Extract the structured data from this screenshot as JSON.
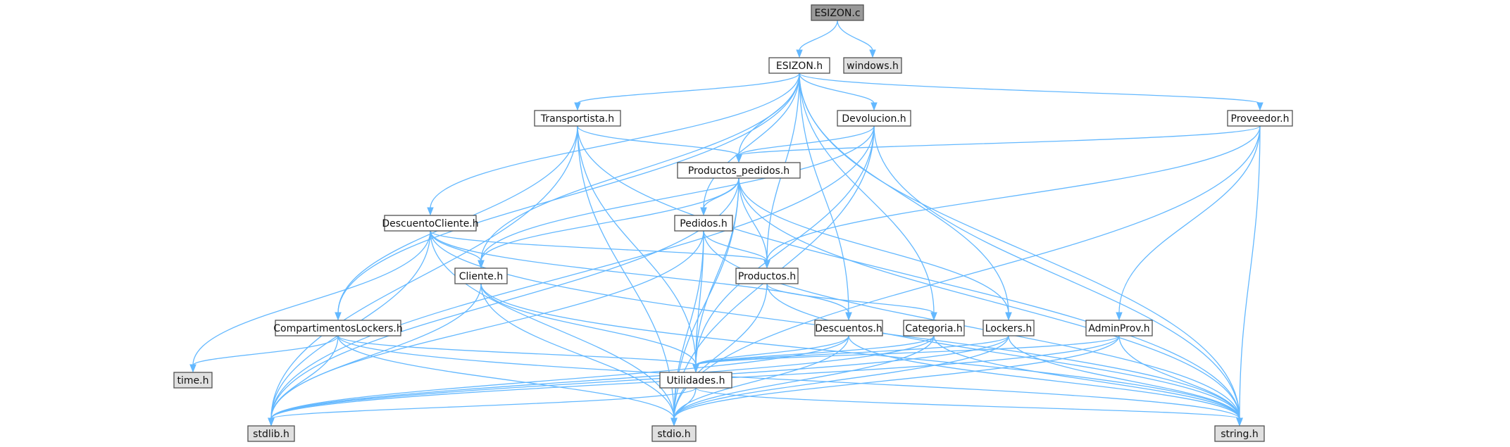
{
  "colors": {
    "edge": "#63b8ff",
    "root_fill": "#999999",
    "project_fill": "#ffffff",
    "system_fill": "#e0e0e0",
    "border": "#505050"
  },
  "nodes": [
    {
      "id": "esizon_c",
      "label": "ESIZON.c",
      "kind": "root"
    },
    {
      "id": "esizon_h",
      "label": "ESIZON.h",
      "kind": "project"
    },
    {
      "id": "windows_h",
      "label": "windows.h",
      "kind": "system"
    },
    {
      "id": "transportista_h",
      "label": "Transportista.h",
      "kind": "project"
    },
    {
      "id": "devolucion_h",
      "label": "Devolucion.h",
      "kind": "project"
    },
    {
      "id": "proveedor_h",
      "label": "Proveedor.h",
      "kind": "project"
    },
    {
      "id": "productos_pedidos_h",
      "label": "Productos_pedidos.h",
      "kind": "project"
    },
    {
      "id": "descuentocliente_h",
      "label": "DescuentoCliente.h",
      "kind": "project"
    },
    {
      "id": "pedidos_h",
      "label": "Pedidos.h",
      "kind": "project"
    },
    {
      "id": "cliente_h",
      "label": "Cliente.h",
      "kind": "project"
    },
    {
      "id": "productos_h",
      "label": "Productos.h",
      "kind": "project"
    },
    {
      "id": "compartimentoslockers_h",
      "label": "CompartimentosLockers.h",
      "kind": "project"
    },
    {
      "id": "descuentos_h",
      "label": "Descuentos.h",
      "kind": "project"
    },
    {
      "id": "categoria_h",
      "label": "Categoria.h",
      "kind": "project"
    },
    {
      "id": "lockers_h",
      "label": "Lockers.h",
      "kind": "project"
    },
    {
      "id": "adminprov_h",
      "label": "AdminProv.h",
      "kind": "project"
    },
    {
      "id": "time_h",
      "label": "time.h",
      "kind": "system"
    },
    {
      "id": "utilidades_h",
      "label": "Utilidades.h",
      "kind": "project"
    },
    {
      "id": "stdlib_h",
      "label": "stdlib.h",
      "kind": "system"
    },
    {
      "id": "stdio_h",
      "label": "stdio.h",
      "kind": "system"
    },
    {
      "id": "string_h",
      "label": "string.h",
      "kind": "system"
    }
  ],
  "edges": [
    [
      "esizon_c",
      "esizon_h"
    ],
    [
      "esizon_c",
      "windows_h"
    ],
    [
      "esizon_h",
      "transportista_h"
    ],
    [
      "esizon_h",
      "devolucion_h"
    ],
    [
      "esizon_h",
      "proveedor_h"
    ],
    [
      "esizon_h",
      "productos_pedidos_h"
    ],
    [
      "esizon_h",
      "descuentocliente_h"
    ],
    [
      "esizon_h",
      "pedidos_h"
    ],
    [
      "esizon_h",
      "cliente_h"
    ],
    [
      "esizon_h",
      "productos_h"
    ],
    [
      "esizon_h",
      "compartimentoslockers_h"
    ],
    [
      "esizon_h",
      "descuentos_h"
    ],
    [
      "esizon_h",
      "categoria_h"
    ],
    [
      "esizon_h",
      "lockers_h"
    ],
    [
      "esizon_h",
      "string_h"
    ],
    [
      "transportista_h",
      "productos_pedidos_h"
    ],
    [
      "transportista_h",
      "compartimentoslockers_h"
    ],
    [
      "transportista_h",
      "utilidades_h"
    ],
    [
      "transportista_h",
      "stdlib_h"
    ],
    [
      "transportista_h",
      "stdio_h"
    ],
    [
      "transportista_h",
      "string_h"
    ],
    [
      "devolucion_h",
      "productos_pedidos_h"
    ],
    [
      "devolucion_h",
      "cliente_h"
    ],
    [
      "devolucion_h",
      "utilidades_h"
    ],
    [
      "devolucion_h",
      "stdlib_h"
    ],
    [
      "devolucion_h",
      "stdio_h"
    ],
    [
      "devolucion_h",
      "string_h"
    ],
    [
      "proveedor_h",
      "productos_pedidos_h"
    ],
    [
      "proveedor_h",
      "productos_h"
    ],
    [
      "proveedor_h",
      "adminprov_h"
    ],
    [
      "proveedor_h",
      "stdio_h"
    ],
    [
      "proveedor_h",
      "string_h"
    ],
    [
      "productos_pedidos_h",
      "pedidos_h"
    ],
    [
      "productos_pedidos_h",
      "cliente_h"
    ],
    [
      "productos_pedidos_h",
      "productos_h"
    ],
    [
      "productos_pedidos_h",
      "lockers_h"
    ],
    [
      "productos_pedidos_h",
      "utilidades_h"
    ],
    [
      "productos_pedidos_h",
      "stdlib_h"
    ],
    [
      "productos_pedidos_h",
      "stdio_h"
    ],
    [
      "productos_pedidos_h",
      "string_h"
    ],
    [
      "descuentocliente_h",
      "cliente_h"
    ],
    [
      "descuentocliente_h",
      "productos_h"
    ],
    [
      "descuentocliente_h",
      "descuentos_h"
    ],
    [
      "descuentocliente_h",
      "time_h"
    ],
    [
      "descuentocliente_h",
      "stdlib_h"
    ],
    [
      "descuentocliente_h",
      "stdio_h"
    ],
    [
      "descuentocliente_h",
      "string_h"
    ],
    [
      "pedidos_h",
      "productos_h"
    ],
    [
      "pedidos_h",
      "utilidades_h"
    ],
    [
      "pedidos_h",
      "stdlib_h"
    ],
    [
      "pedidos_h",
      "stdio_h"
    ],
    [
      "pedidos_h",
      "string_h"
    ],
    [
      "cliente_h",
      "utilidades_h"
    ],
    [
      "cliente_h",
      "stdlib_h"
    ],
    [
      "cliente_h",
      "stdio_h"
    ],
    [
      "cliente_h",
      "string_h"
    ],
    [
      "productos_h",
      "categoria_h"
    ],
    [
      "productos_h",
      "stdio_h"
    ],
    [
      "productos_h",
      "string_h"
    ],
    [
      "compartimentoslockers_h",
      "time_h"
    ],
    [
      "compartimentoslockers_h",
      "utilidades_h"
    ],
    [
      "compartimentoslockers_h",
      "stdlib_h"
    ],
    [
      "compartimentoslockers_h",
      "stdio_h"
    ],
    [
      "compartimentoslockers_h",
      "string_h"
    ],
    [
      "descuentos_h",
      "utilidades_h"
    ],
    [
      "descuentos_h",
      "stdlib_h"
    ],
    [
      "descuentos_h",
      "stdio_h"
    ],
    [
      "descuentos_h",
      "string_h"
    ],
    [
      "categoria_h",
      "utilidades_h"
    ],
    [
      "categoria_h",
      "stdlib_h"
    ],
    [
      "categoria_h",
      "stdio_h"
    ],
    [
      "categoria_h",
      "string_h"
    ],
    [
      "lockers_h",
      "utilidades_h"
    ],
    [
      "lockers_h",
      "stdlib_h"
    ],
    [
      "lockers_h",
      "stdio_h"
    ],
    [
      "lockers_h",
      "string_h"
    ],
    [
      "adminprov_h",
      "utilidades_h"
    ],
    [
      "adminprov_h",
      "stdlib_h"
    ],
    [
      "adminprov_h",
      "stdio_h"
    ],
    [
      "adminprov_h",
      "string_h"
    ],
    [
      "utilidades_h",
      "stdlib_h"
    ],
    [
      "utilidades_h",
      "stdio_h"
    ],
    [
      "utilidades_h",
      "string_h"
    ]
  ]
}
